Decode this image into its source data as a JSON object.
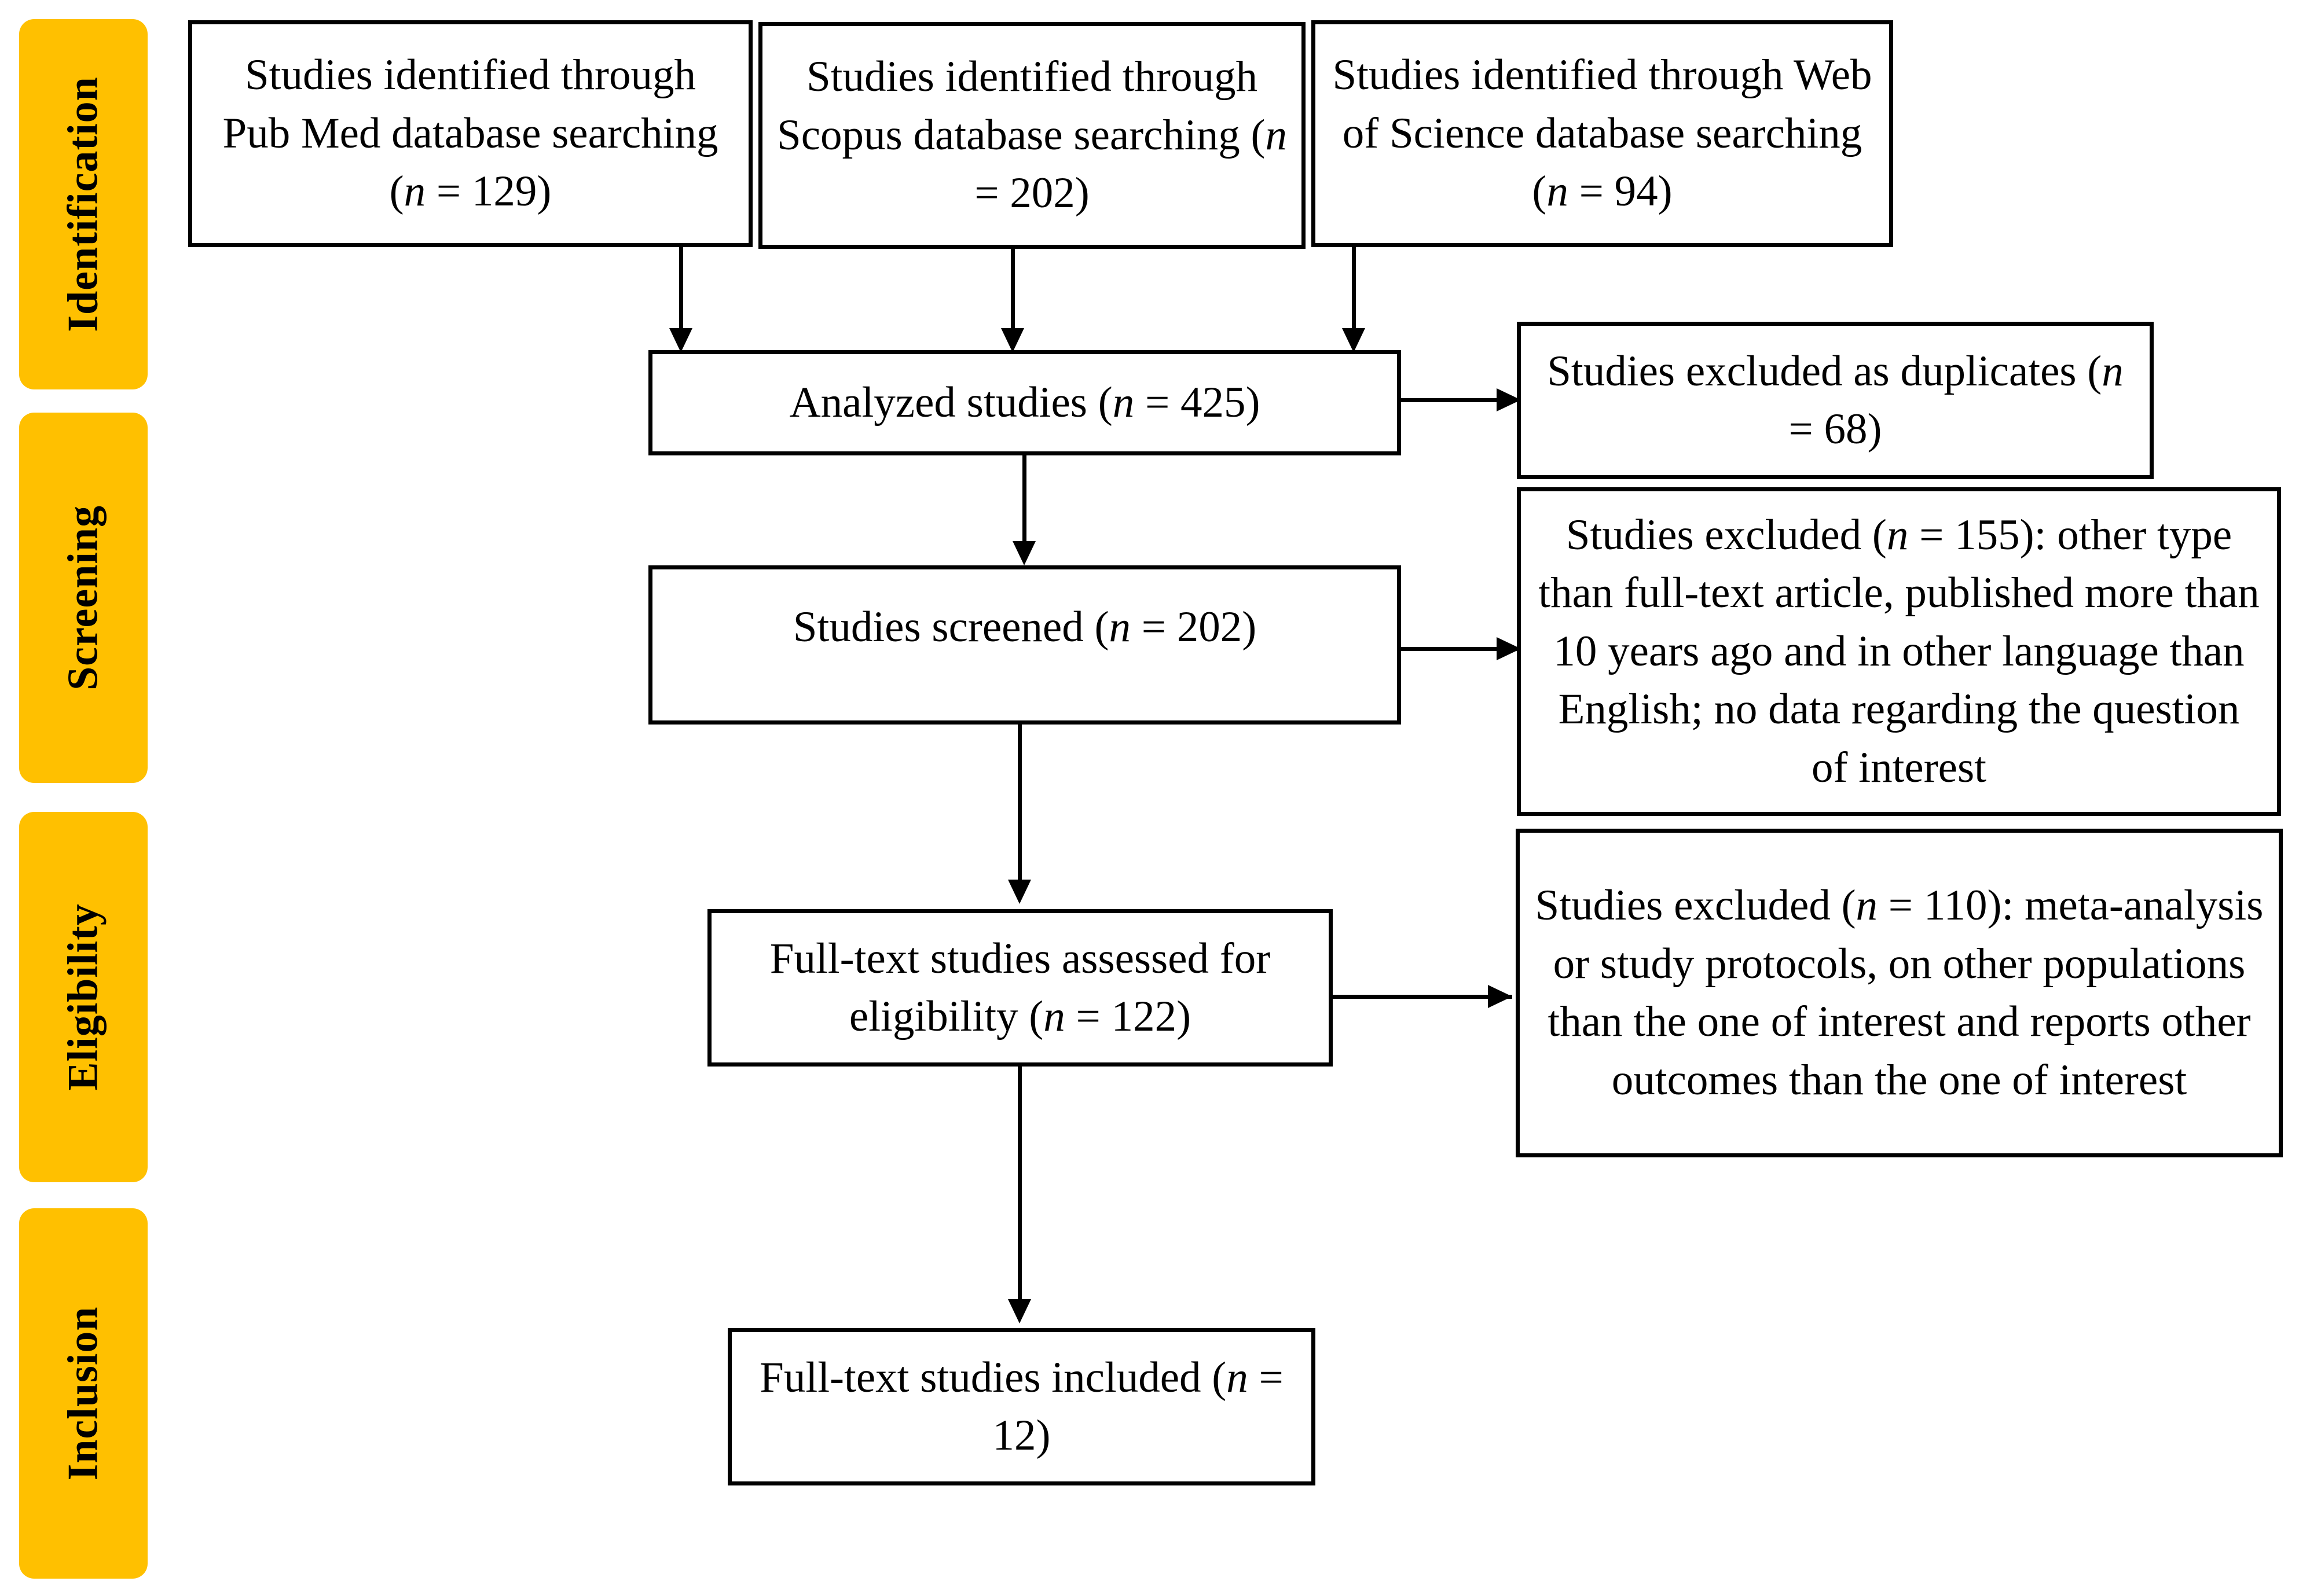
{
  "phases": {
    "identification": "Identification",
    "screening": "Screening",
    "eligibility": "Eligibility",
    "inclusion": "Inclusion"
  },
  "boxes": {
    "pubmed": "Studies identified through Pub Med database searching (n = 129)",
    "scopus": "Studies identified through Scopus database searching (n = 202)",
    "wos": "Studies identified through Web of Science database searching (n = 94)",
    "analyzed": "Analyzed studies (n = 425)",
    "duplicates": "Studies excluded as duplicates (n = 68)",
    "screened": "Studies screened (n = 202)",
    "excluded_screening": "Studies excluded (n = 155): other type than full-text article, published more than 10 years ago and in other language than English; no data regarding the question of interest",
    "assessed": "Full-text studies assessed for eligibility (n = 122)",
    "excluded_eligibility": "Studies excluded (n = 110): meta-analysis or study protocols, on other populations than the one of interest and reports other outcomes than the one of interest",
    "included": "Full-text studies included (n = 12)"
  },
  "colors": {
    "phase_fill": "#FFC000",
    "box_border": "#000000",
    "arrow": "#000000"
  }
}
